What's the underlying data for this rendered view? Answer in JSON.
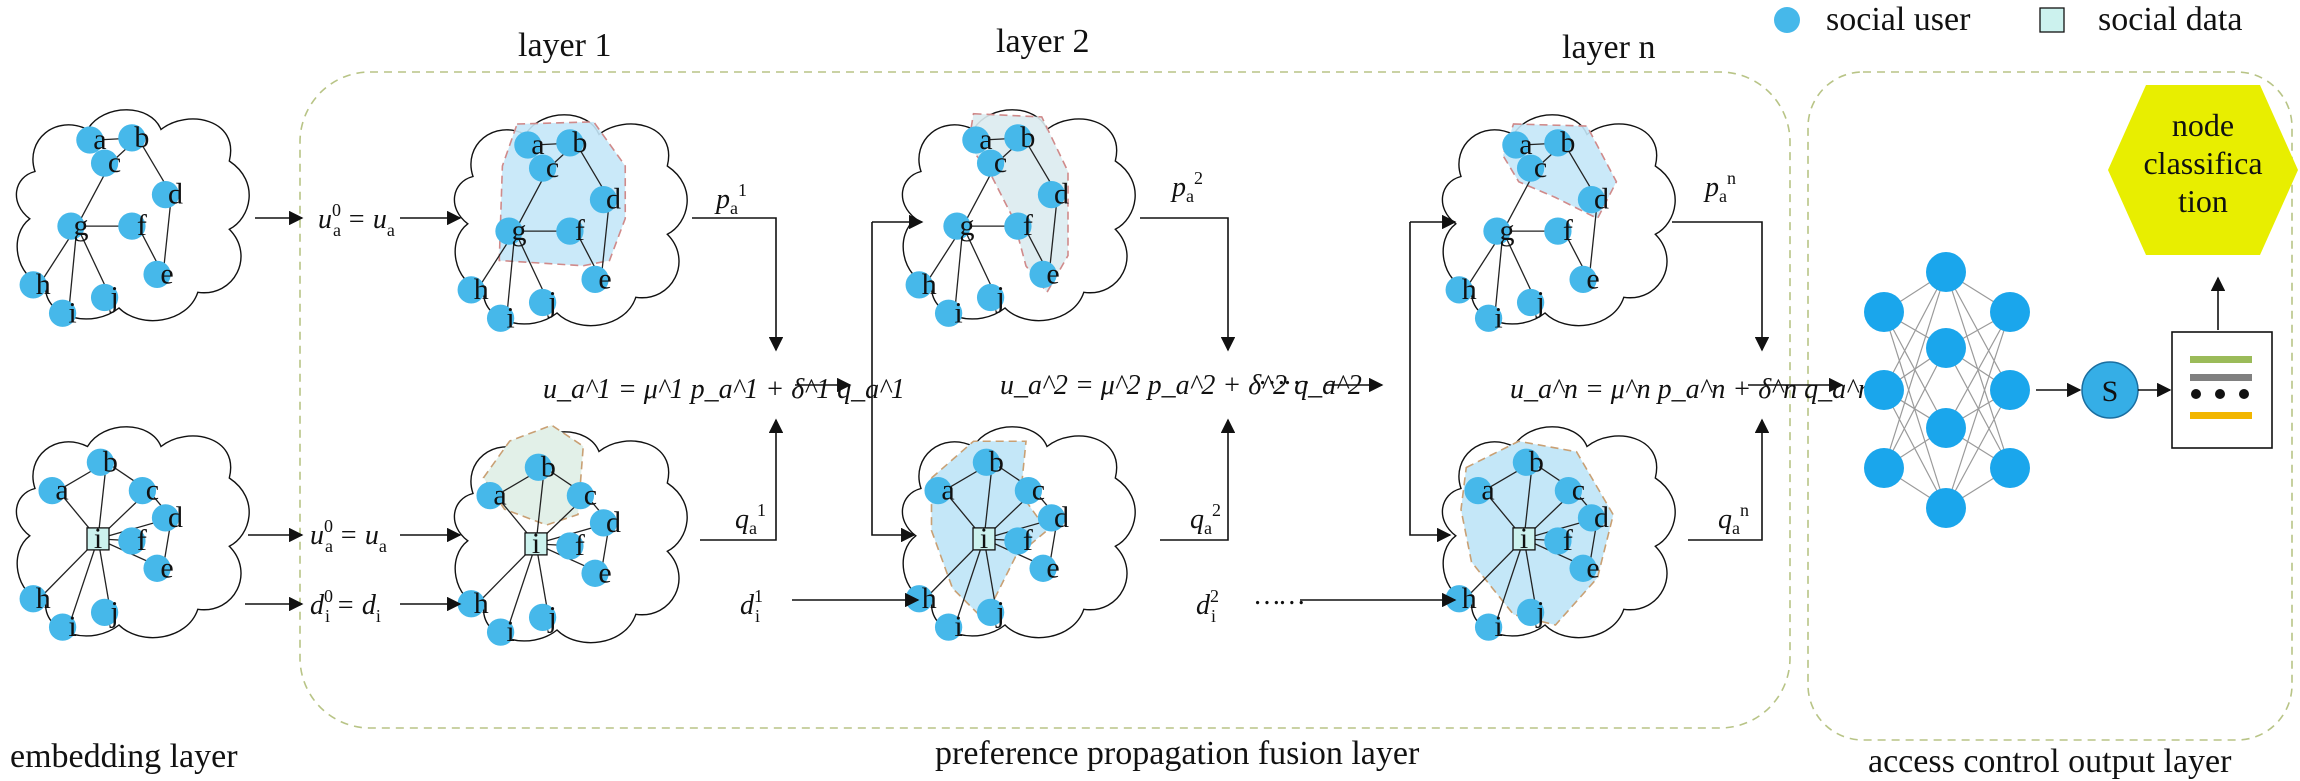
{
  "colors": {
    "social_user": "#46b8ea",
    "social_data": "#ccf2ee",
    "region_blue": "#c4e7f8",
    "region_gray": "#dcebf0",
    "layer_border": "#b8c486",
    "classify_hex": "#e8ee00",
    "bar_green": "#9bbb59",
    "bar_gray": "#808080",
    "bar_yellow": "#f2b600",
    "s_node": "#35aee6"
  },
  "legend": {
    "user_label": "social user",
    "data_label": "social data"
  },
  "titles": {
    "layer1": "layer 1",
    "layer2": "layer  2",
    "layern": "layer  n"
  },
  "bottom_labels": {
    "embedding": "embedding layer",
    "propagation": "preference propagation fusion layer",
    "output": "access control output layer"
  },
  "node_labels": {
    "a": "a",
    "b": "b",
    "c": "c",
    "d": "d",
    "e": "e",
    "f": "f",
    "g": "g",
    "h": "h",
    "i": "i",
    "j": "j"
  },
  "equations": {
    "u0_base": "u",
    "u0_sub": "a",
    "u0_sup": "0",
    "u0_rhs_base": "= u",
    "u0_rhs_sub": "a",
    "d0_base": "d",
    "d0_sub": "i",
    "d0_sup": "0",
    "d0_rhs_base": "= d",
    "d0_rhs_sub": "i",
    "layer_eq1": "u_a^1 = μ^1 p_a^1 + δ^1 q_a^1",
    "layer_eq2": "u_a^2 = μ^2 p_a^2 + δ^2 q_a^2",
    "layer_eqn": "u_a^n = μ^n p_a^n + δ^n q_a^n",
    "p1": "p",
    "p1_sub": "a",
    "p1_sup": "1",
    "p2": "p",
    "p2_sub": "a",
    "p2_sup": "2",
    "pn": "p",
    "pn_sub": "a",
    "pn_sup": "n",
    "q1": "q",
    "q1_sub": "a",
    "q1_sup": "1",
    "q2": "q",
    "q2_sub": "a",
    "q2_sup": "2",
    "qn": "q",
    "qn_sub": "a",
    "qn_sup": "n",
    "d1": "d",
    "d1_sub": "i",
    "d1_sup": "1",
    "d2": "d",
    "d2_sub": "i",
    "d2_sup": "2",
    "dots": "……",
    "dots2": "……"
  },
  "output": {
    "s_label": "S",
    "classify_line1": "node",
    "classify_line2": "classifica",
    "classify_line3": "tion"
  }
}
